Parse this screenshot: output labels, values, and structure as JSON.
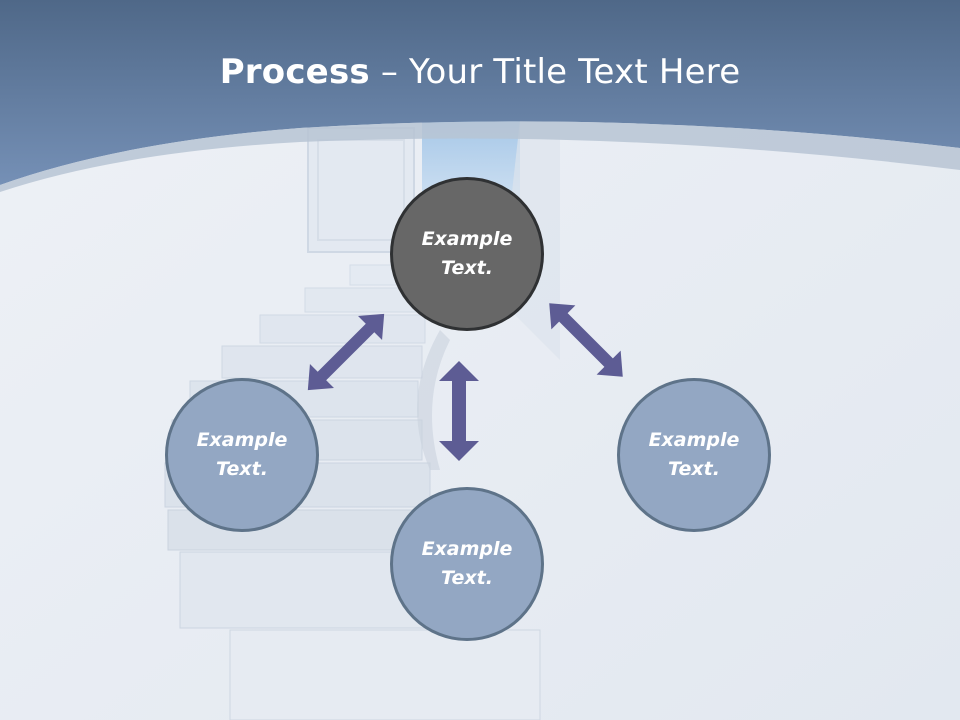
{
  "title": {
    "bold": "Process",
    "rest": " – Your Title Text Here"
  },
  "nodes": {
    "top": {
      "text": "Example Text."
    },
    "left": {
      "text": "Example Text."
    },
    "bottom": {
      "text": "Example Text."
    },
    "right": {
      "text": "Example Text."
    }
  },
  "colors": {
    "header": "#6a87ad",
    "center_fill": "#676767",
    "center_border": "#2f3133",
    "node_fill": "#93a7c3",
    "node_border": "#5e7389",
    "arrow": "#5d5c94"
  }
}
